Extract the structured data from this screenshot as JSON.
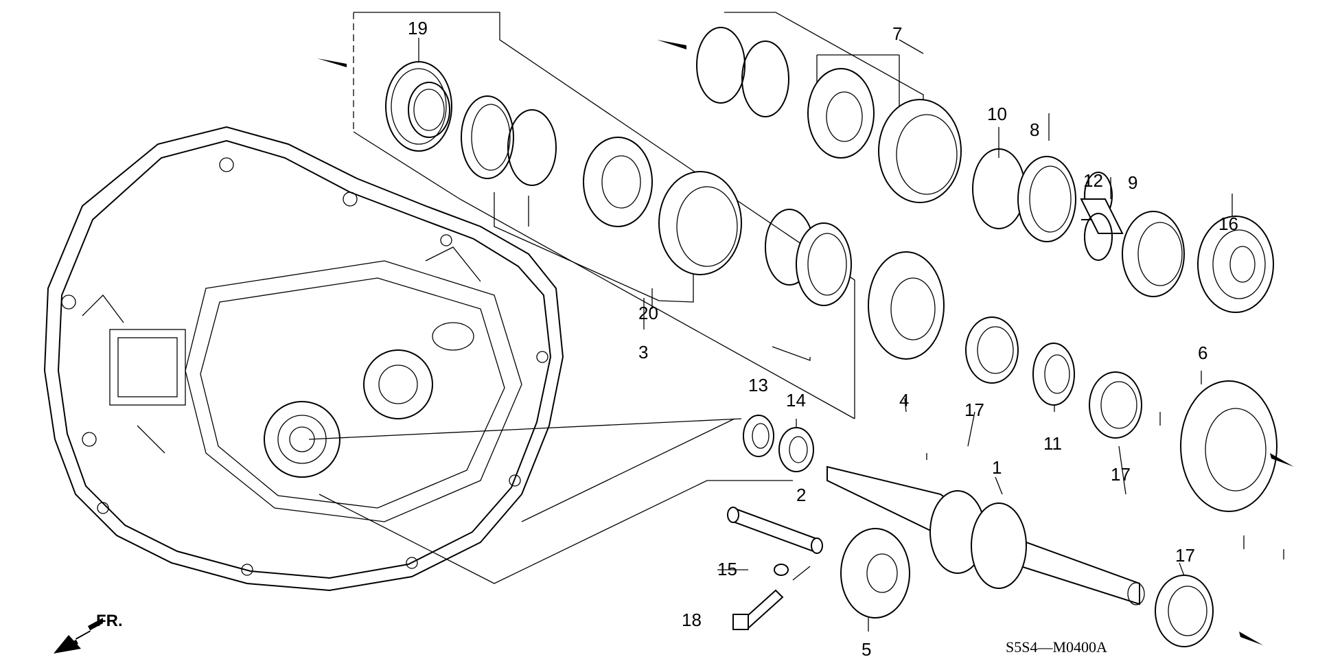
{
  "diagram": {
    "callouts": [
      "19",
      "7",
      "10",
      "8",
      "12",
      "9",
      "16",
      "20",
      "3",
      "4",
      "17",
      "11",
      "6",
      "13",
      "14",
      "1",
      "2",
      "15",
      "18",
      "5"
    ],
    "diagram_code": "S5S4—M0400A",
    "direction_label": "FR.",
    "icons": [
      "direction-arrow-icon"
    ]
  }
}
